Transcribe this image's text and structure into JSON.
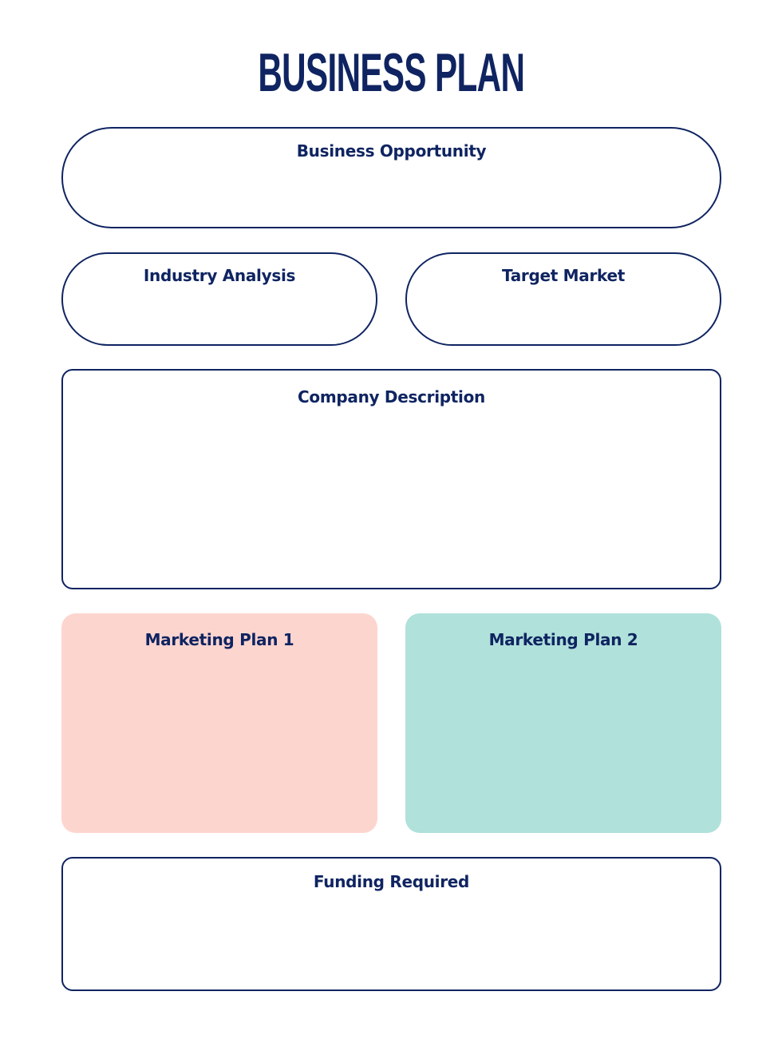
{
  "title": "BUSINESS PLAN",
  "sections": {
    "business_opportunity": "Business Opportunity",
    "industry_analysis": "Industry Analysis",
    "target_market": "Target Market",
    "company_description": "Company Description",
    "marketing_plan_1": "Marketing Plan 1",
    "marketing_plan_2": "Marketing Plan 2",
    "funding_required": "Funding Required"
  },
  "colors": {
    "primary": "#0f2461",
    "marketing_1_fill": "#fdd5cf",
    "marketing_2_fill": "#b0e1db"
  }
}
